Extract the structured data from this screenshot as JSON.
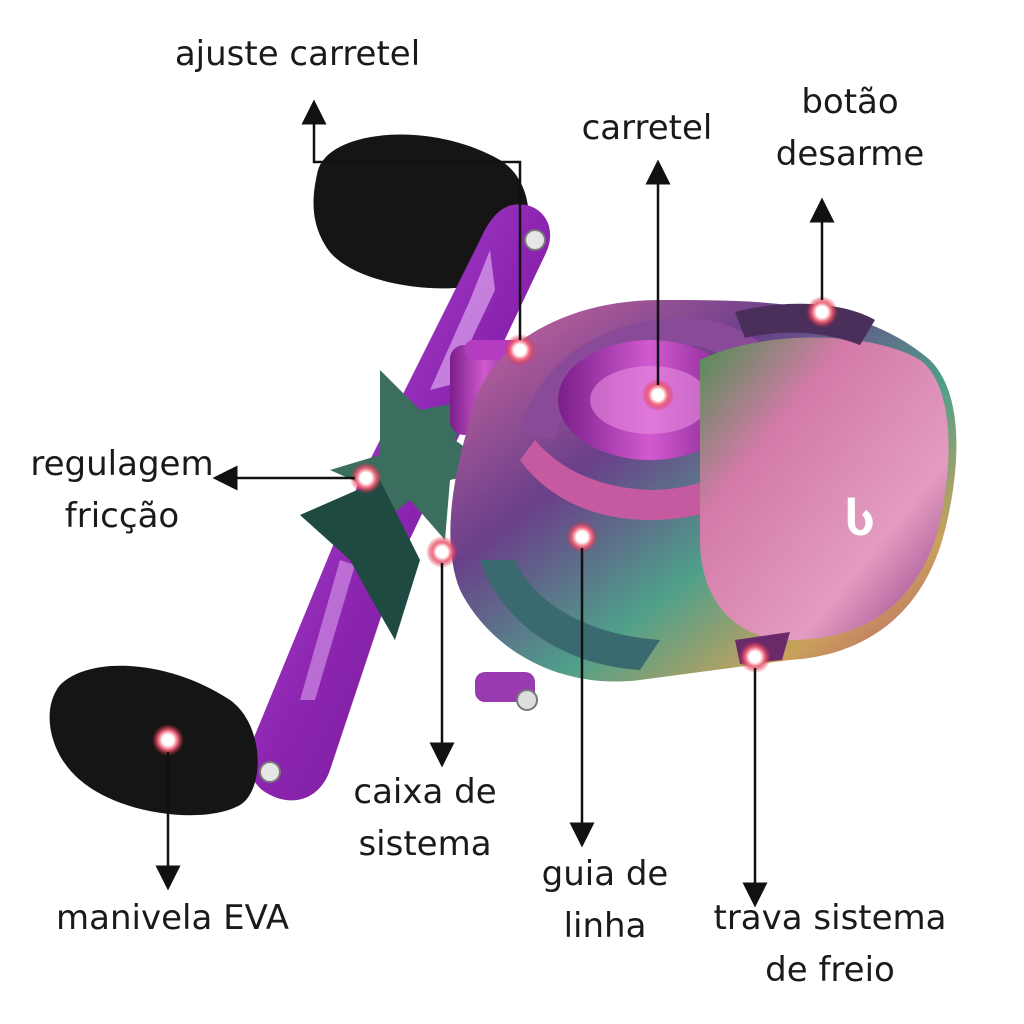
{
  "labels": {
    "ajuste_carretel": "ajuste carretel",
    "carretel": "carretel",
    "botao_desarme": [
      "botão",
      "desarme"
    ],
    "regulagem_friccao": [
      "regulagem",
      "fricção"
    ],
    "caixa_de_sistema": [
      "caixa de",
      "sistema"
    ],
    "guia_de_linha": [
      "guia de",
      "linha"
    ],
    "manivela_eva": "manivela EVA",
    "trava_sistema_de_freio": [
      "trava sistema",
      "de freio"
    ]
  },
  "brand_logo": "Ⴑ",
  "colors": {
    "arrow": "#111111",
    "marker_core": "#ffffff",
    "marker_glow": "#d8203c",
    "eva_foam": "#141414",
    "purple_arm": "#9c2fc0",
    "chrome_pink": "#d9669a",
    "chrome_green": "#5f9a5a",
    "chrome_teal": "#2f8a86"
  }
}
